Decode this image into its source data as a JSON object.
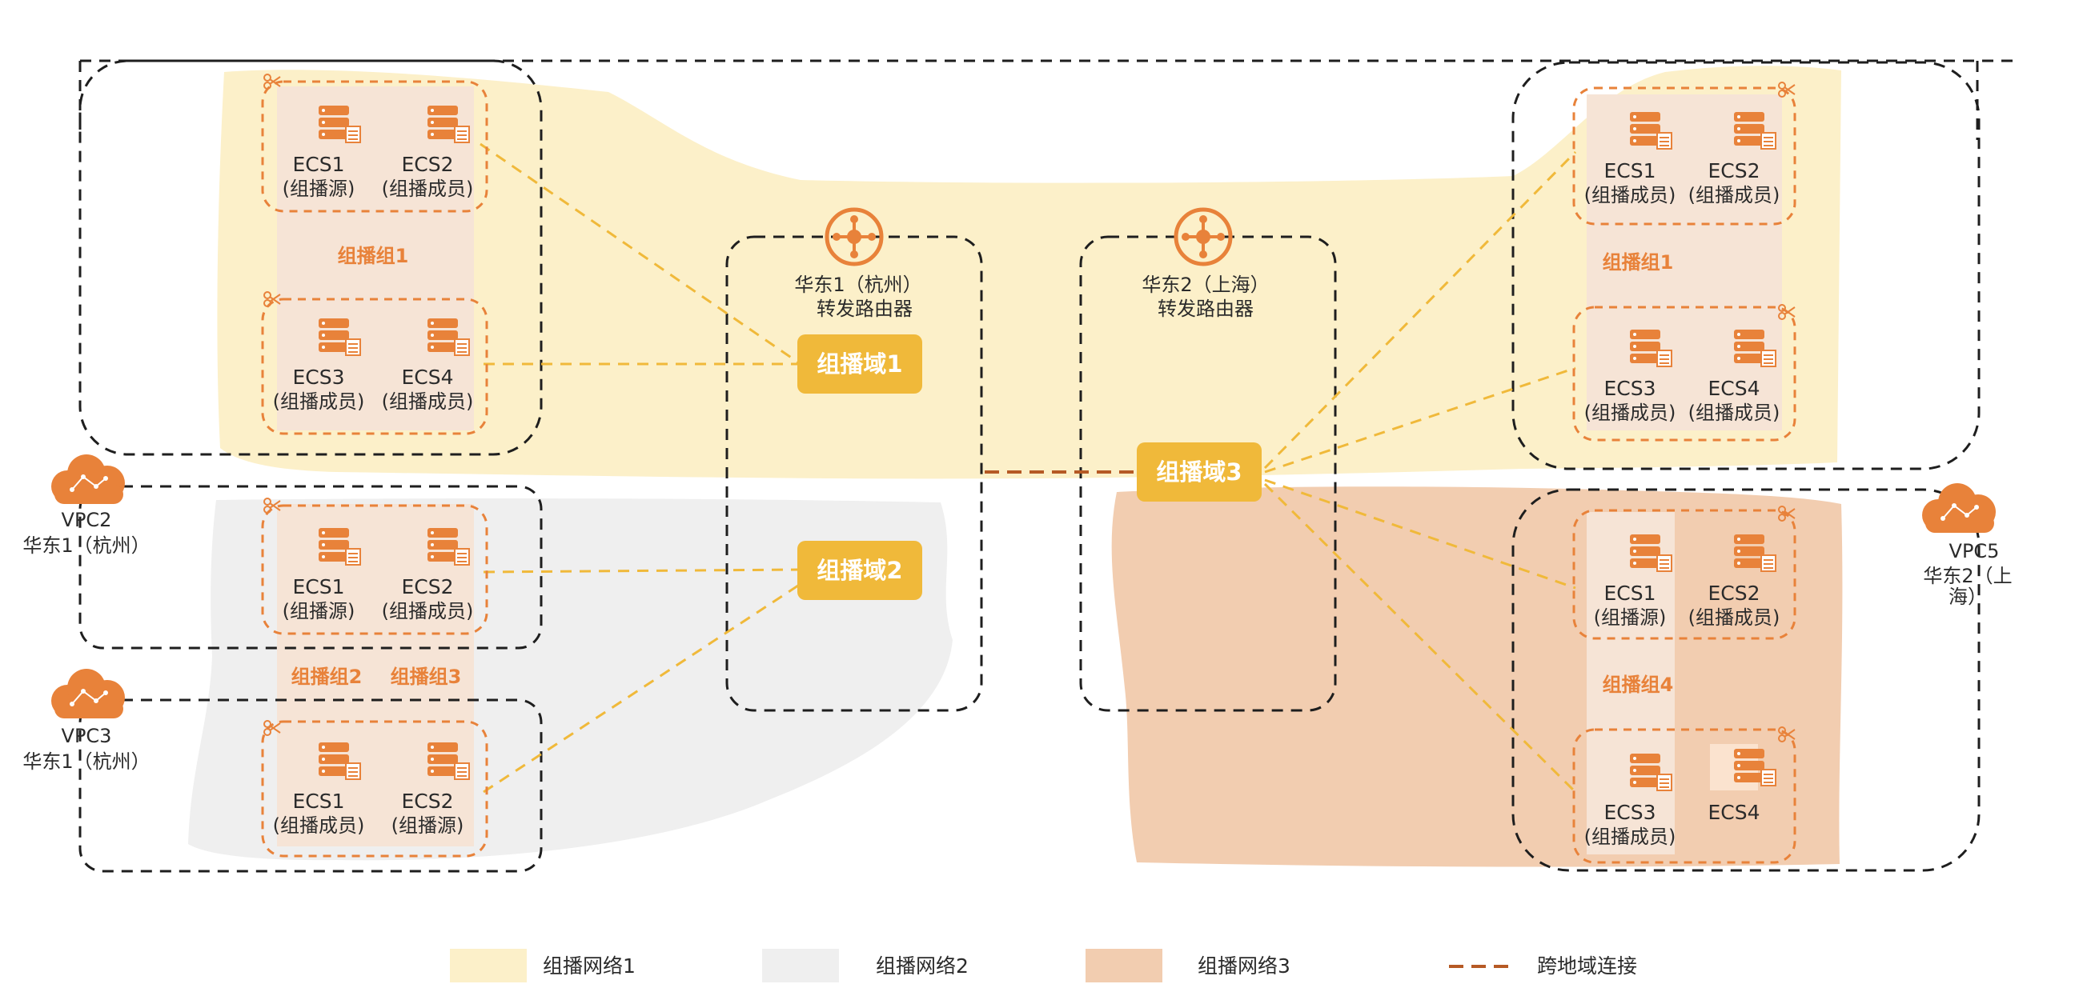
{
  "colors": {
    "net1": "#fcf0c9",
    "net2": "#efefef",
    "net3": "#f2cdb0",
    "panel": "#f6e4d6",
    "orange": "#e8823a",
    "domain": "#f0b93a",
    "source_text": "#c49a3a",
    "line": "#1e1e1e"
  },
  "icons": {
    "server": "server-stack-icon",
    "router": "router-icon",
    "vpc": "cloud-icon",
    "region": "scissors-icon"
  },
  "routers": [
    {
      "id": "router-hangzhou",
      "line1": "华东1（杭州）",
      "line2": "转发路由器"
    },
    {
      "id": "router-shanghai",
      "line1": "华东2（上海）",
      "line2": "转发路由器"
    }
  ],
  "domains": [
    {
      "id": "domain-1",
      "label": "组播域1"
    },
    {
      "id": "domain-2",
      "label": "组播域2"
    },
    {
      "id": "domain-3",
      "label": "组播域3"
    }
  ],
  "vpcs": [
    {
      "id": "vpc2",
      "name": "VPC2",
      "region": "华东1（杭州）"
    },
    {
      "id": "vpc3",
      "name": "VPC3",
      "region": "华东1（杭州）"
    },
    {
      "id": "vpc5",
      "name": "VPC5",
      "region_line1": "华东2（上",
      "region_line2": "海）"
    }
  ],
  "groups": [
    {
      "id": "g-l-1",
      "label": "组播组1"
    },
    {
      "id": "g-l-2",
      "label": "组播组2"
    },
    {
      "id": "g-l-3",
      "label": "组播组3"
    },
    {
      "id": "g-r-1",
      "label": "组播组1"
    },
    {
      "id": "g-r-4",
      "label": "组播组4"
    }
  ],
  "ecs": [
    {
      "id": "a1",
      "name": "ECS1",
      "role": "(组播源)",
      "source": true
    },
    {
      "id": "a2",
      "name": "ECS2",
      "role": "(组播成员)",
      "source": false
    },
    {
      "id": "a3",
      "name": "ECS3",
      "role": "(组播成员)",
      "source": false
    },
    {
      "id": "a4",
      "name": "ECS4",
      "role": "(组播成员)",
      "source": false
    },
    {
      "id": "b1",
      "name": "ECS1",
      "role": "(组播源)",
      "source": true
    },
    {
      "id": "b2",
      "name": "ECS2",
      "role": "(组播成员)",
      "source": false
    },
    {
      "id": "c1",
      "name": "ECS1",
      "role": "(组播成员)",
      "source": false
    },
    {
      "id": "c2",
      "name": "ECS2",
      "role": "(组播源)",
      "source": true
    },
    {
      "id": "d1",
      "name": "ECS1",
      "role": "(组播成员)",
      "source": false
    },
    {
      "id": "d2",
      "name": "ECS2",
      "role": "(组播成员)",
      "source": false
    },
    {
      "id": "d3",
      "name": "ECS3",
      "role": "(组播成员)",
      "source": false
    },
    {
      "id": "d4",
      "name": "ECS4",
      "role": "(组播成员)",
      "source": false
    },
    {
      "id": "e1",
      "name": "ECS1",
      "role": "(组播源)",
      "source": true
    },
    {
      "id": "e2",
      "name": "ECS2",
      "role": "(组播成员)",
      "source": false
    },
    {
      "id": "e3",
      "name": "ECS3",
      "role": "(组播成员)",
      "source": false
    },
    {
      "id": "e4",
      "name": "ECS4",
      "role": "",
      "source": false
    }
  ],
  "legend": [
    {
      "id": "net1",
      "label": "组播网络1",
      "kind": "swatch",
      "color": "#fcf0c9"
    },
    {
      "id": "net2",
      "label": "组播网络2",
      "kind": "swatch",
      "color": "#efefef"
    },
    {
      "id": "net3",
      "label": "组播网络3",
      "kind": "swatch",
      "color": "#f2cdb0"
    },
    {
      "id": "cross",
      "label": "跨地域连接",
      "kind": "dash",
      "color": "#b65a25"
    }
  ]
}
